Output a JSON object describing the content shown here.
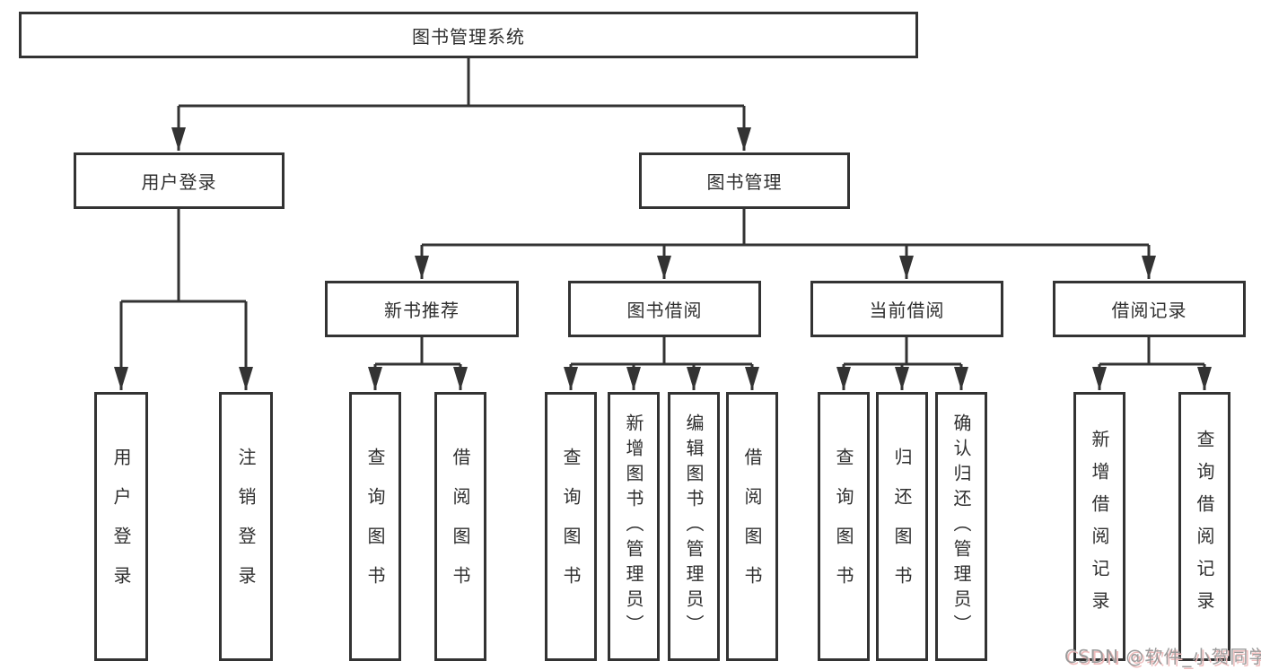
{
  "colors": {
    "line": "#333333",
    "box_border": "#333333",
    "text": "#2f2f2f",
    "background": "#ffffff",
    "watermark_text": "#9b9b9b",
    "watermark_shadow": "#eebcbc"
  },
  "diagram": {
    "root": "图书管理系统",
    "level2": [
      "用户登录",
      "图书管理"
    ],
    "level3": [
      "新书推荐",
      "图书借阅",
      "当前借阅",
      "借阅记录"
    ],
    "leaves": {
      "user_login": [
        "用户登录",
        "注销登录"
      ],
      "new_book": [
        "查询图书",
        "借阅图书"
      ],
      "book_borrow": [
        "查询图书",
        "新增图书（管理员）",
        "编辑图书（管理员）",
        "借阅图书"
      ],
      "current_borrow": [
        "查询图书",
        "归还图书",
        "确认归还（管理员）"
      ],
      "borrow_records": [
        "新增借阅记录",
        "查询借阅记录"
      ]
    }
  },
  "watermark": "CSDN @软件_小贺同学"
}
